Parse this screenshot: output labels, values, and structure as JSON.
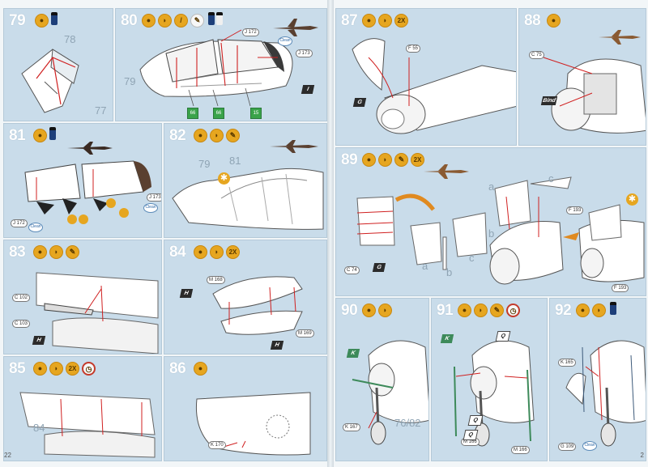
{
  "left_page": {
    "page_number": "22"
  },
  "right_page": {
    "page_number": "2"
  },
  "steps": {
    "s79": {
      "number": "79",
      "ghost_a": "78",
      "ghost_b": "77"
    },
    "s80": {
      "number": "80",
      "ghost": "79",
      "parts": [
        "J 172",
        "J 173"
      ],
      "clean": "Clean",
      "color_chips": [
        "66",
        "66",
        "15"
      ],
      "decal": "I"
    },
    "s81": {
      "number": "81",
      "parts": [
        "J 172",
        "J 173"
      ],
      "clean": "Clean"
    },
    "s82": {
      "number": "82",
      "ghost_a": "79",
      "ghost_b": "81"
    },
    "s83": {
      "number": "83",
      "parts": [
        "C 102",
        "C 103"
      ],
      "decal": "H"
    },
    "s84": {
      "number": "84",
      "multiplier": "2X",
      "parts": [
        "M 168",
        "M 169"
      ],
      "decals": [
        "H",
        "H"
      ]
    },
    "s85": {
      "number": "85",
      "multiplier": "2X",
      "ghost": "84"
    },
    "s86": {
      "number": "86",
      "parts": [
        "K 170"
      ]
    },
    "s87": {
      "number": "87",
      "multiplier": "2X",
      "parts": [
        "F 55"
      ],
      "decal": "G"
    },
    "s88": {
      "number": "88",
      "parts": [
        "C 75"
      ],
      "decal": "Bind"
    },
    "s89": {
      "number": "89",
      "multiplier": "2X",
      "letters": [
        "a",
        "b",
        "c",
        "a",
        "b",
        "c"
      ],
      "parts": [
        "C 74",
        "F 193",
        "F 193"
      ],
      "decal": "G"
    },
    "s90": {
      "number": "90",
      "ghost": "76/82",
      "parts": [
        "K 167"
      ],
      "decal": "K"
    },
    "s91": {
      "number": "91",
      "parts": [
        "M 166",
        "M 166"
      ],
      "decals": [
        "K",
        "Q",
        "Q",
        "Q"
      ]
    },
    "s92": {
      "number": "92",
      "parts": [
        "K 165",
        "G 109"
      ],
      "clean": "Clean"
    }
  },
  "colors": {
    "panel": "#c9dcea",
    "paint_icon": "#e6a620",
    "decal_green": "#3aa34a",
    "plane_brown": "#8a5a32"
  }
}
